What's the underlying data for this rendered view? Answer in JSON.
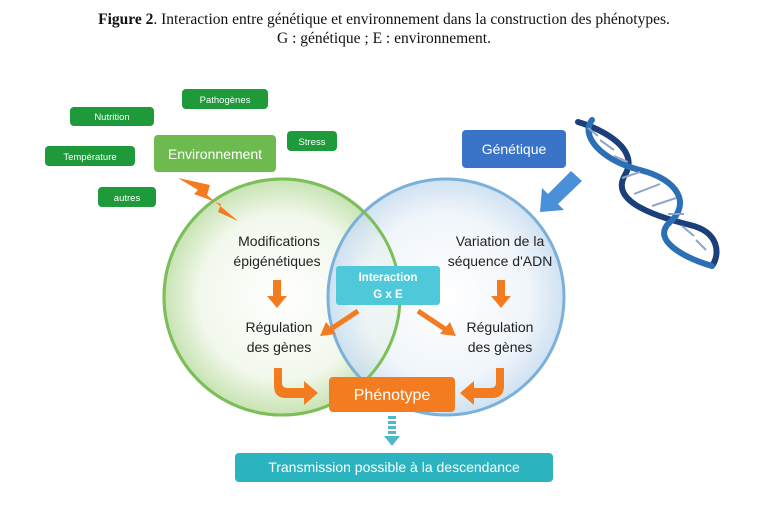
{
  "caption": {
    "label": "Figure 2",
    "text": ".  Interaction entre génétique et environnement dans la construction des phénotypes.",
    "line2": "G : génétique ; E : environnement."
  },
  "env_factors": {
    "nutrition": "Nutrition",
    "pathogenes": "Pathogènes",
    "stress": "Stress",
    "temperature": "Température",
    "autres": "autres"
  },
  "environnement": "Environnement",
  "genetique": "Génétique",
  "left_circle": {
    "line1": "Modifications",
    "line2": "épigénétiques",
    "reg1": "Régulation",
    "reg2": "des gènes"
  },
  "right_circle": {
    "line1": "Variation de la",
    "line2": "séquence d'ADN",
    "reg1": "Régulation",
    "reg2": "des gènes"
  },
  "interaction": {
    "line1": "Interaction",
    "line2": "G x E"
  },
  "phenotype": "Phénotype",
  "transmission": "Transmission possible à la descendance",
  "colors": {
    "green_box": "#1e9a3a",
    "env_box": "#6dbb4e",
    "gen_box": "#3a74c8",
    "orange": "#f47c20",
    "interaction": "#4fc9d9",
    "transmission": "#2bb3c0"
  }
}
